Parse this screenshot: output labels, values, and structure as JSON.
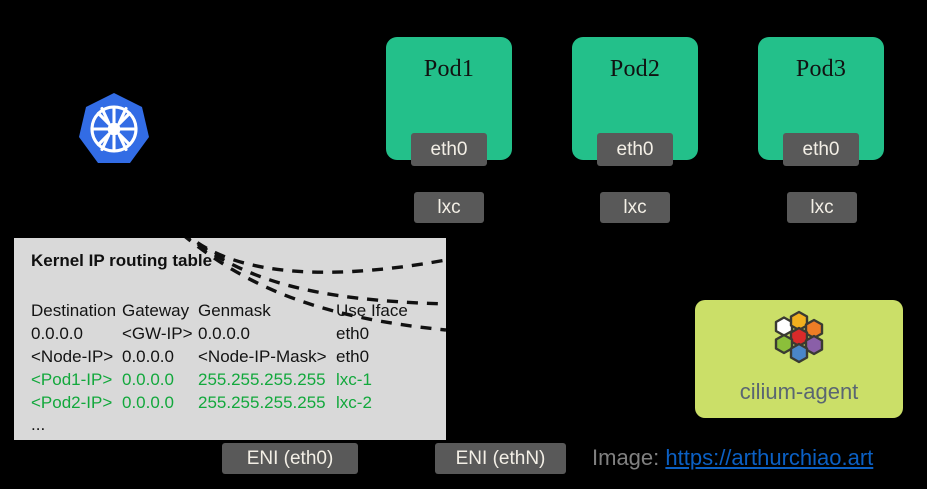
{
  "diagram": {
    "background_color": "#000000",
    "logos": {
      "kubernetes": "kubernetes-logo",
      "cilium": "cilium-logo"
    },
    "pods": [
      {
        "name": "pod1",
        "title": "Pod1",
        "interface": "eth0",
        "veth": "lxc"
      },
      {
        "name": "pod2",
        "title": "Pod2",
        "interface": "eth0",
        "veth": "lxc"
      },
      {
        "name": "pod3",
        "title": "Pod3",
        "interface": "eth0",
        "veth": "lxc"
      }
    ],
    "routing_table": {
      "title": "Kernel IP routing table",
      "headers": [
        "Destination",
        "Gateway",
        "Genmask",
        "Use Iface"
      ],
      "rows": [
        {
          "destination": "0.0.0.0",
          "gateway": "<GW-IP>",
          "genmask": "0.0.0.0",
          "iface": "eth0",
          "highlight": false
        },
        {
          "destination": "<Node-IP>",
          "gateway": "0.0.0.0",
          "genmask": "<Node-IP-Mask>",
          "iface": "eth0",
          "highlight": false
        },
        {
          "destination": "<Pod1-IP>",
          "gateway": "0.0.0.0",
          "genmask": "255.255.255.255",
          "iface": "lxc-1",
          "highlight": true
        },
        {
          "destination": "<Pod2-IP>",
          "gateway": "0.0.0.0",
          "genmask": "255.255.255.255",
          "iface": "lxc-2",
          "highlight": true
        }
      ],
      "ellipsis": "...",
      "panel_color": "#d9d9d9",
      "highlight_color": "#12a83c"
    },
    "cilium_agent": {
      "label": "cilium-agent",
      "box_color": "#cbdf68",
      "text_color": "#5a6672",
      "hexagon_colors": [
        "#ffffff",
        "#f2b01e",
        "#ed7d26",
        "#d92a2a",
        "#8bbf3a",
        "#4a86c8",
        "#8a5fa8"
      ]
    },
    "enis": [
      {
        "name": "eni-eth0",
        "label": "ENI (eth0)"
      },
      {
        "name": "eni-ethn",
        "label": "ENI (ethN)"
      }
    ],
    "credit": {
      "label": "Image:",
      "url_text": "https://arthurchiao.art",
      "url_color": "#0b60c4",
      "label_color": "#808080"
    },
    "pod_color": "#23c08a",
    "badge_color": "#595959",
    "badge_text_color": "#f3efe6"
  }
}
